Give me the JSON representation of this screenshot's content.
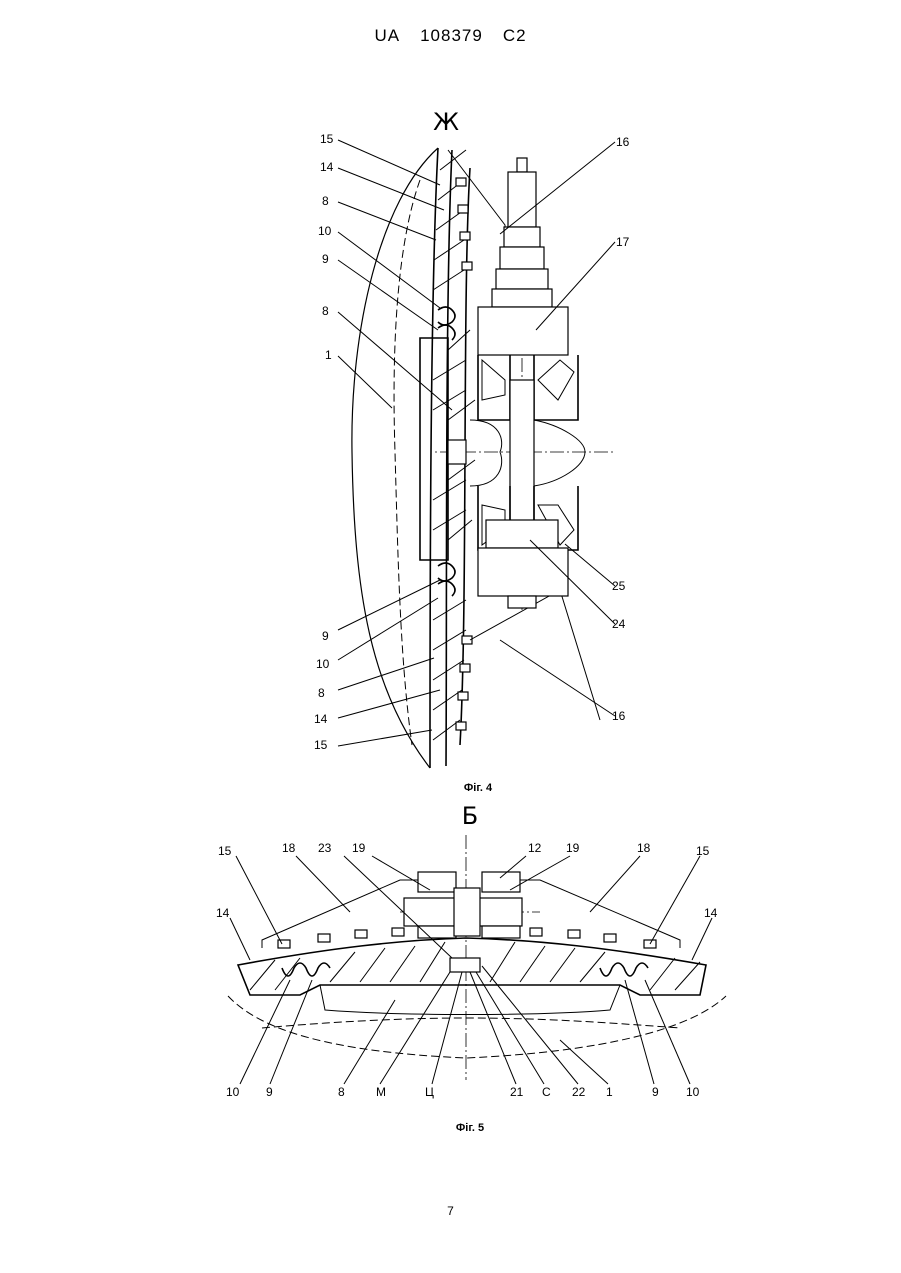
{
  "header": {
    "country": "UA",
    "number": "108379",
    "kind": "C2"
  },
  "figure4": {
    "view_letter": "Ж",
    "caption": "Фіг. 4",
    "labels_left": [
      "15",
      "14",
      "8",
      "10",
      "9",
      "8",
      "1",
      "9",
      "10",
      "8",
      "14",
      "15"
    ],
    "labels_right": [
      "16",
      "17",
      "25",
      "24",
      "16"
    ]
  },
  "figure5": {
    "view_letter": "Б",
    "caption": "Фіг. 5",
    "labels_top": [
      "15",
      "18",
      "23",
      "19",
      "12",
      "19",
      "18",
      "15",
      "14",
      "14"
    ],
    "labels_bottom": [
      "10",
      "9",
      "8",
      "М",
      "Ц",
      "21",
      "С",
      "22",
      "1",
      "9",
      "10"
    ]
  },
  "page_number": "7",
  "colors": {
    "ink": "#000000",
    "paper": "#ffffff"
  }
}
